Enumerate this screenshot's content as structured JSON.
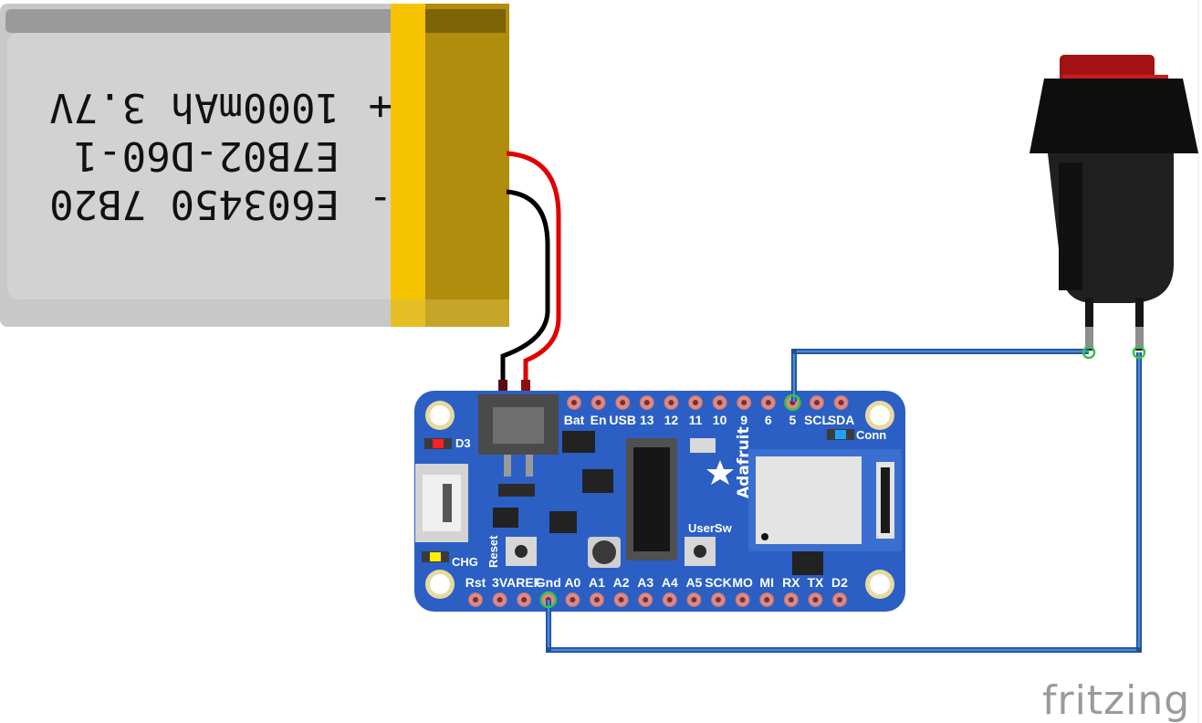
{
  "battery": {
    "plus_sign": "+",
    "minus_sign": "-",
    "label_lines": [
      "1000mAh 3.7V",
      "E7B02-D60-1",
      "E603450 7B20"
    ],
    "body_color": "#d2d2d2",
    "tape_color": "#b08d0c"
  },
  "board": {
    "color": "#2b5fc4",
    "brand_logo": "Adafruit",
    "top_pins": [
      "Bat",
      "En",
      "USB",
      "13",
      "12",
      "11",
      "10",
      "9",
      "6",
      "5",
      "SCL",
      "SDA"
    ],
    "bottom_pins": [
      "Rst",
      "3V",
      "AREF",
      "Gnd",
      "A0",
      "A1",
      "A2",
      "A3",
      "A4",
      "A5",
      "SCK",
      "MO",
      "MI",
      "RX",
      "TX",
      "D2"
    ],
    "labels": {
      "d3": "D3",
      "chg": "CHG",
      "reset": "Reset",
      "usersw": "UserSw",
      "conn": "Conn"
    }
  },
  "button": {
    "cap_color": "#cc1a1a",
    "body_color": "#1e1e1e"
  },
  "wires": {
    "jumper_color": "#2f6fbf",
    "battery_positive": "#e00000",
    "battery_negative": "#000000"
  },
  "watermark": "fritzing"
}
